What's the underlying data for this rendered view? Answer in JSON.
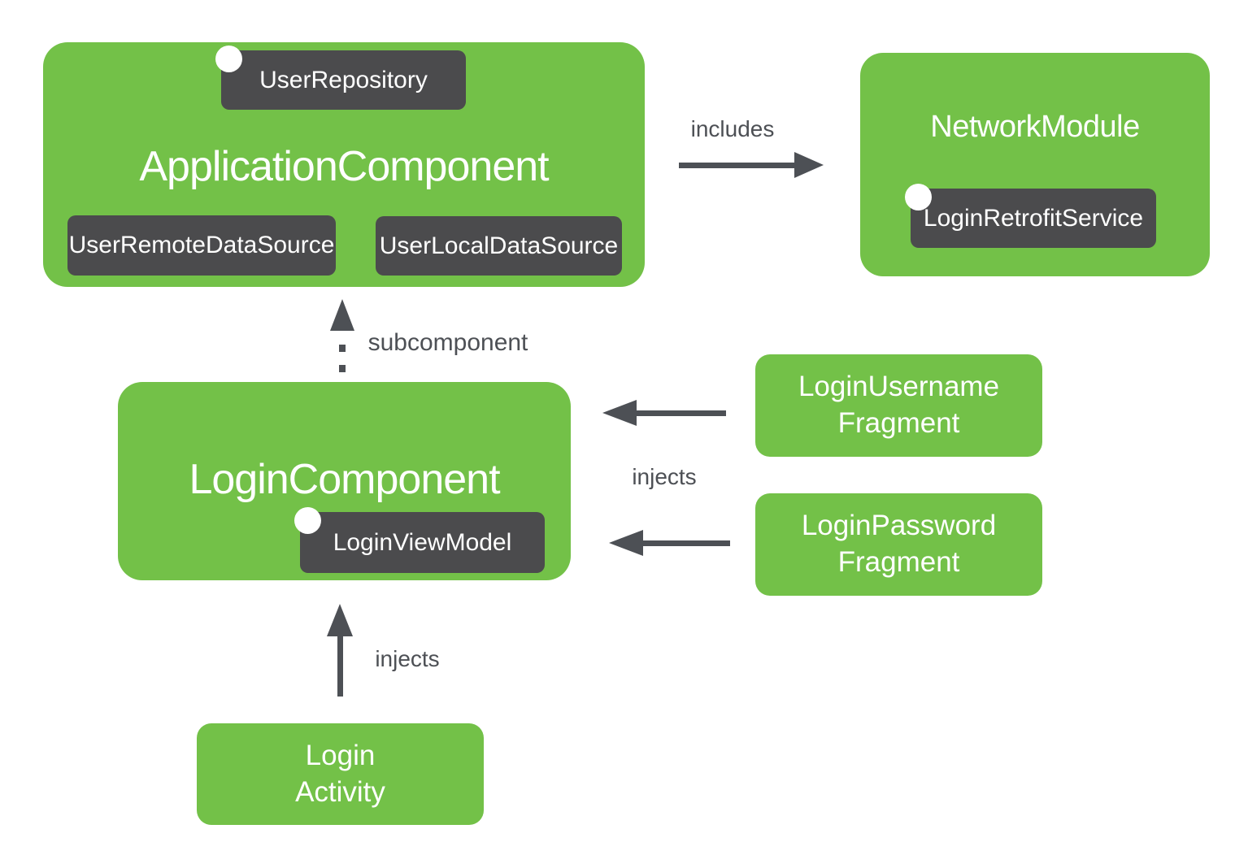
{
  "colors": {
    "node_green": "#73c148",
    "badge_dark": "#4b4b4d",
    "edge_gray": "#4d5055",
    "text_white": "#ffffff",
    "background": "#ffffff"
  },
  "application_component": {
    "title": "ApplicationComponent",
    "user_repository_badge": "UserRepository",
    "user_remote_data_source_badge": "UserRemoteDataSource",
    "user_local_data_source_badge": "UserLocalDataSource"
  },
  "network_module": {
    "title": "NetworkModule",
    "login_retrofit_service_badge": "LoginRetrofitService"
  },
  "login_component": {
    "title": "LoginComponent",
    "login_view_model_badge": "LoginViewModel"
  },
  "login_username_fragment": {
    "line1": "LoginUsername",
    "line2": "Fragment"
  },
  "login_password_fragment": {
    "line1": "LoginPassword",
    "line2": "Fragment"
  },
  "login_activity": {
    "line1": "Login",
    "line2": "Activity"
  },
  "edge_labels": {
    "includes": "includes",
    "subcomponent": "subcomponent",
    "injects_fragments": "injects",
    "injects_activity": "injects"
  }
}
